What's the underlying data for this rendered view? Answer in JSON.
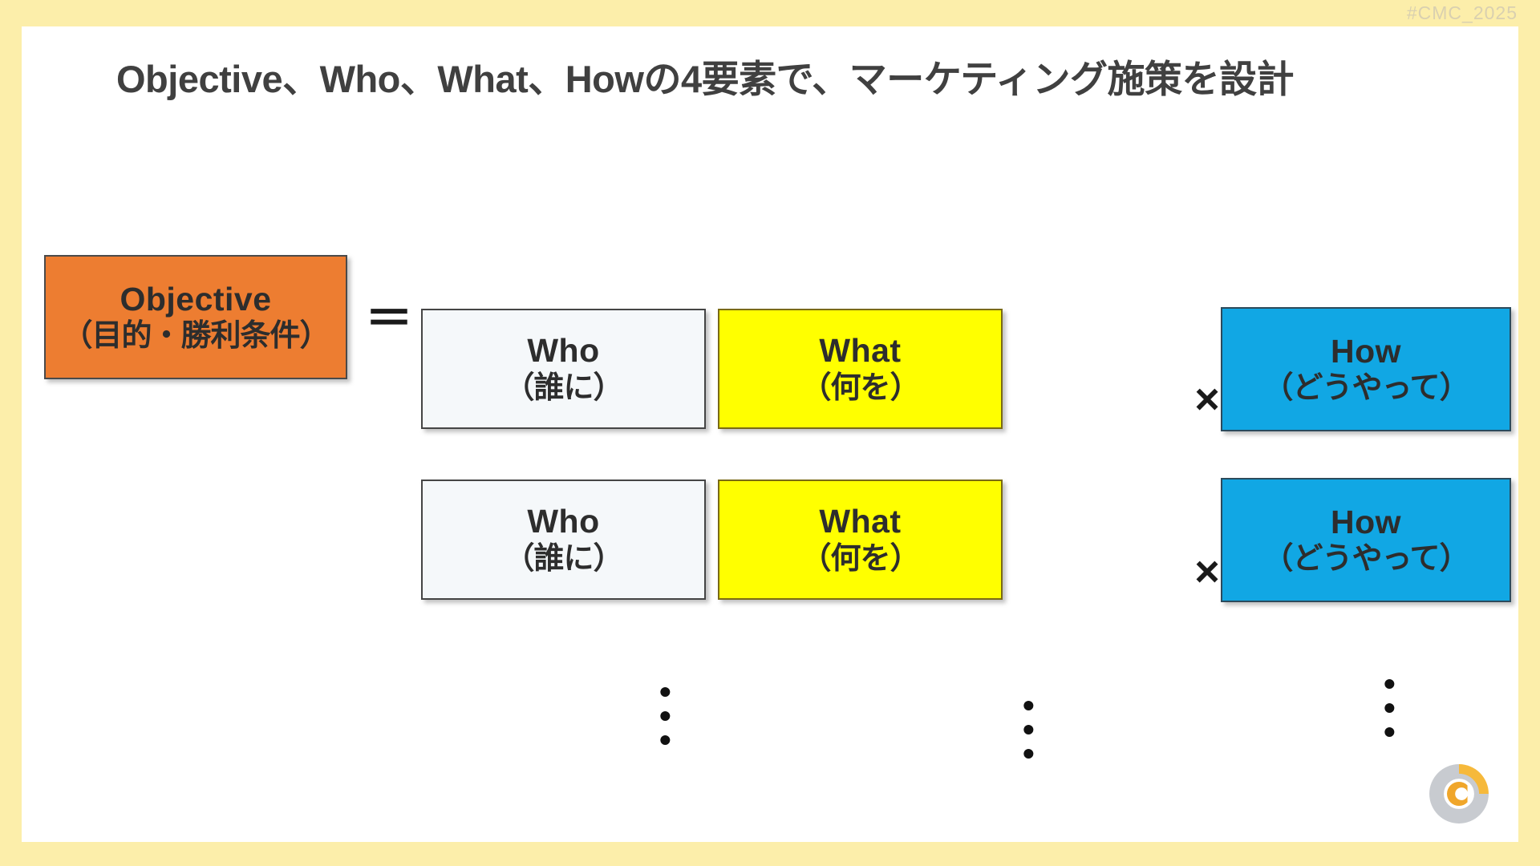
{
  "slide": {
    "hashtag": "#CMC_2025",
    "title": "Objective、Who、What、Howの4要素で、マーケティング施策を設計",
    "frame_color": "#fceeaa",
    "canvas_color": "#ffffff",
    "title_color": "#404040"
  },
  "equation": {
    "operator_equals": "＝",
    "operator_times": "×",
    "rows": [
      {
        "left": {
          "en": "Objective",
          "jp": "（目的・勝利条件）",
          "color": "#ed7d31"
        },
        "terms": [
          {
            "en": "Who",
            "jp": "（誰に）",
            "color": "#f5f8fa"
          },
          {
            "en": "What",
            "jp": "（何を）",
            "color": "#ffff00"
          },
          {
            "en": "How",
            "jp": "（どうやって）",
            "color": "#11a7e4"
          }
        ]
      },
      {
        "left": null,
        "terms": [
          {
            "en": "Who",
            "jp": "（誰に）",
            "color": "#f5f8fa"
          },
          {
            "en": "What",
            "jp": "（何を）",
            "color": "#ffff00"
          },
          {
            "en": "How",
            "jp": "（どうやって）",
            "color": "#11a7e4"
          }
        ]
      }
    ],
    "continuation_dots": {
      "glyph": "•",
      "count_per_column": 3,
      "columns": 3
    }
  },
  "logo": {
    "name": "cmc-circle-logo",
    "letter": "C",
    "accent_color": "#f6b93b",
    "ring_color": "#c8cbd0"
  }
}
